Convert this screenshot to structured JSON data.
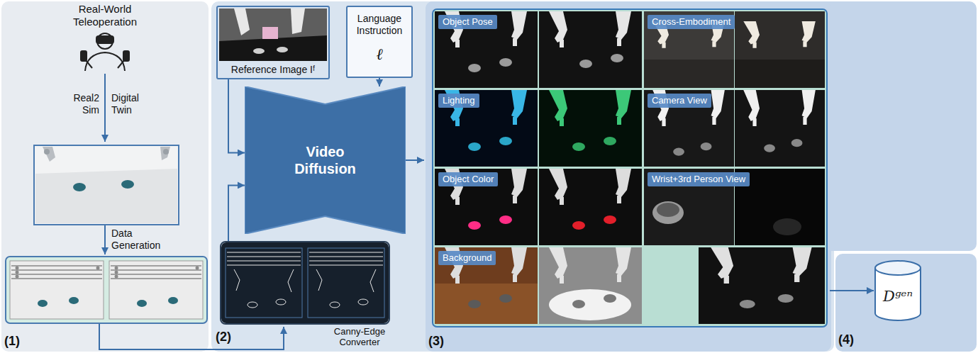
{
  "diagram": {
    "nodes": [
      {
        "text": [
          "(1)"
        ]
      },
      {
        "text": [
          "(2)"
        ]
      },
      {
        "text": [
          "Reference Image Iᶠ"
        ],
        "in": 1
      },
      {
        "text": [
          "Language Instruction",
          "ℓ"
        ],
        "in": 1
      },
      {
        "text": [
          "Video Diffusion"
        ],
        "in": 1
      },
      {
        "text": [
          "Canny-Edge Converter"
        ],
        "in": 1
      },
      {
        "text": [
          "(3)"
        ]
      },
      {
        "text": [
          "Object Pose"
        ],
        "in": 6
      },
      {
        "text": [
          "Cross-Embodiment"
        ],
        "in": 6
      },
      {
        "text": [
          "Lighting"
        ],
        "in": 6
      },
      {
        "text": [
          "Camera View"
        ],
        "in": 6
      },
      {
        "text": [
          "Object Color"
        ],
        "in": 6
      },
      {
        "text": [
          "Wrist+3rd Person View"
        ],
        "in": 6
      },
      {
        "text": [
          "Background"
        ],
        "in": 6
      },
      {
        "text": [
          "(4)"
        ]
      },
      {
        "text": [
          "Dᵍᵉⁿ"
        ],
        "in": 14
      }
    ],
    "edges": [
      {
        "from": 2,
        "to": 4,
        "arrow": "to"
      },
      {
        "from": 3,
        "to": 4,
        "arrow": "to"
      },
      {
        "from": 5,
        "to": 4,
        "arrow": "to"
      },
      {
        "from": 4,
        "to": 6,
        "arrow": "to"
      },
      {
        "from": 6,
        "to": 15,
        "arrow": "to"
      }
    ],
    "labels": [
      "Real-World Teleoperation",
      "Real2 Sim",
      "Digital Twin",
      "Data Generation"
    ]
  }
}
